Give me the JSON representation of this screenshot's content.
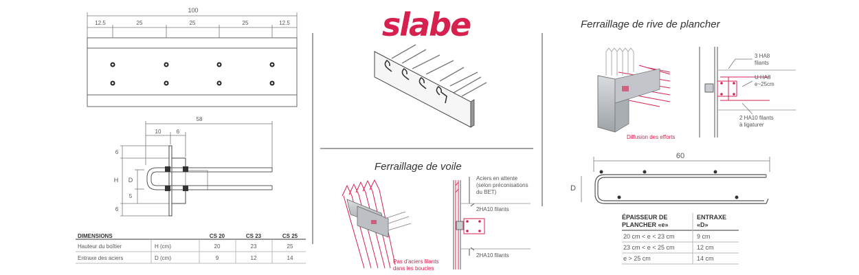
{
  "colors": {
    "brand": "#d6204e",
    "steel": "#9aa0a6",
    "line": "#555555"
  },
  "plate": {
    "total": "100",
    "segments": [
      "12.5",
      "25",
      "25",
      "25",
      "12.5"
    ]
  },
  "section": {
    "width": "58",
    "d1": "10",
    "d2": "6",
    "top": "6",
    "h": "H",
    "d": "D",
    "five": "5",
    "bottom": "6"
  },
  "dims_table": {
    "header": [
      "DIMENSIONS",
      "",
      "CS 20",
      "CS 23",
      "CS 25"
    ],
    "rows": [
      [
        "Hauteur du boîtier",
        "H (cm)",
        "20",
        "23",
        "25"
      ],
      [
        "Entraxe des aciers",
        "D (cm)",
        "9",
        "12",
        "14"
      ]
    ]
  },
  "logo": {
    "text": "slabe"
  },
  "voile": {
    "title": "Ferraillage de voile",
    "label_attente": [
      "Aciers en attente",
      "(selon préconisations",
      "du BET)"
    ],
    "label_top": "2HA10 filants",
    "label_bottom": "2HA10 filants",
    "caption": [
      "Pas d'aciers filants",
      "dans les boucles"
    ]
  },
  "rive": {
    "title": "Ferraillage de rive de plancher",
    "label_3ha8": [
      "3 HA8",
      "filants"
    ],
    "label_uha8": [
      "U HA8",
      "e~25cm"
    ],
    "label_2ha10": [
      "2 HA10 filants",
      "à ligaturer"
    ],
    "caption": "Diffusion des efforts"
  },
  "bent_bar": {
    "width": "60",
    "d": "D"
  },
  "thickness_table": {
    "header1": [
      "ÉPAISSEUR DE",
      "PLANCHER «e»"
    ],
    "header2": [
      "ENTRAXE",
      "«D»"
    ],
    "rows": [
      [
        "20 cm < e < 23 cm",
        "9 cm"
      ],
      [
        "23 cm < e < 25 cm",
        "12 cm"
      ],
      [
        "e > 25 cm",
        "14 cm"
      ]
    ]
  }
}
